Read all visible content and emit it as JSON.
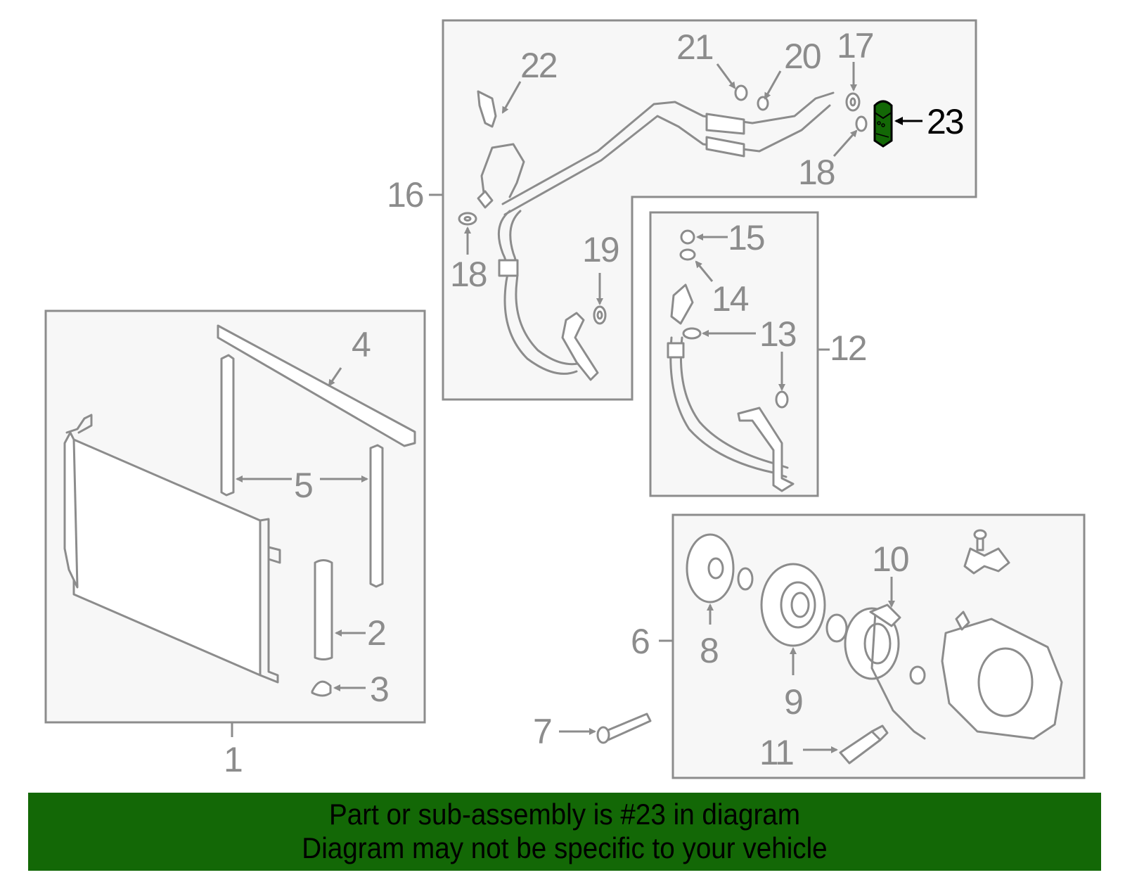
{
  "diagram": {
    "title": "A/C condenser, compressor & lines parts diagram",
    "highlighted_part": "23",
    "colors": {
      "background": "#ffffff",
      "panel_fill": "#f7f7f7",
      "line": "#8c8c8c",
      "highlight_fill": "#136806",
      "highlight_text": "#000000",
      "banner_bg": "#136806",
      "banner_text": "#000000"
    },
    "groups": [
      {
        "id": "condenser",
        "callout": "1",
        "parts": [
          "2",
          "3",
          "4",
          "5"
        ]
      },
      {
        "id": "compressor",
        "callout": "6",
        "parts": [
          "7",
          "8",
          "9",
          "10",
          "11"
        ]
      },
      {
        "id": "discharge-hose",
        "callout": "12",
        "parts": [
          "13",
          "14",
          "15"
        ]
      },
      {
        "id": "suction-line",
        "callout": "16",
        "parts": [
          "17",
          "18",
          "19",
          "20",
          "21",
          "22",
          "23"
        ]
      }
    ],
    "callouts": {
      "c1": "1",
      "c2": "2",
      "c3": "3",
      "c4": "4",
      "c5": "5",
      "c6": "6",
      "c7": "7",
      "c8": "8",
      "c9": "9",
      "c10": "10",
      "c11": "11",
      "c12": "12",
      "c13a": "13",
      "c14": "14",
      "c15": "15",
      "c16": "16",
      "c17": "17",
      "c18a": "18",
      "c18b": "18",
      "c19": "19",
      "c20": "20",
      "c21": "21",
      "c22": "22",
      "c23": "23"
    }
  },
  "banner": {
    "line1": "Part or sub-assembly is #23 in diagram",
    "line2": "Diagram may not be specific to your vehicle"
  }
}
